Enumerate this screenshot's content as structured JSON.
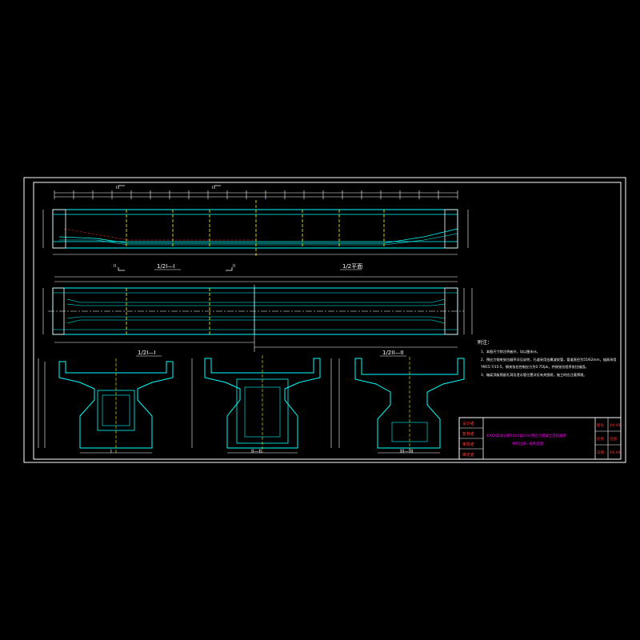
{
  "drawing": {
    "view_titles": {
      "half_elevation": "1/2I—I",
      "half_plan": "1/2平面",
      "section_1": "1/2I—I",
      "section_2": "II—II",
      "section_3": "1/2II—II",
      "section_4": "III—III"
    },
    "section_markers": [
      "I",
      "I",
      "II",
      "II"
    ],
    "notes": {
      "heading": "附注：",
      "items": [
        "1、本图尺寸除注明者外，均以厘米计。",
        "2、预应力钢束张拉顺序详见说明，孔道采用金属波纹管，管道直径为55/62mm，锚具采用",
        "   YM15-7/15-5，钢束张拉控制应力为0.75fpk，并按张拉程序张拉锚固。",
        "3、箱梁顶板预留孔洞及泄水管位置详见有关图纸，施工时应注意预埋。"
      ]
    },
    "title_block": {
      "left_labels": [
        "设计者",
        "复核者",
        "审核者",
        "审定者"
      ],
      "title_line1": "XXXX高速公路XXXX段20m预应力混凝土连续箱梁",
      "title_line2": "中跨边梁一般构造图",
      "right_labels": [
        "图号",
        "比例",
        "日期"
      ],
      "right_values": [
        "XX-XX",
        "见图",
        "XX.XX"
      ]
    },
    "colors": {
      "background": "#000000",
      "frame": "#ffffff",
      "outline": "#00ffff",
      "dimension": "#ffffff",
      "centerline": "#ffff00",
      "title_text": "#ff00ff",
      "label_text": "#ff3333"
    }
  }
}
